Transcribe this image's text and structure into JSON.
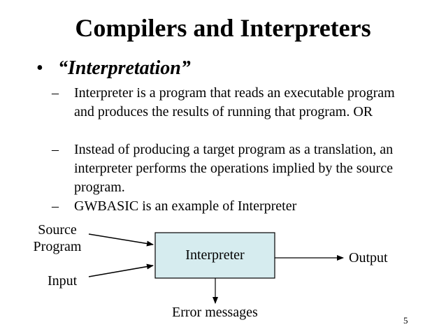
{
  "slide": {
    "title": "Compilers and Interpreters",
    "bullet": {
      "symbol": "•",
      "text": "“Interpretation”"
    },
    "sub_items": [
      {
        "dash": "–",
        "text": "Interpreter is a program that reads an executable program and produces the results of running that program. OR"
      },
      {
        "dash": "–",
        "text": "Instead of producing a target program as a translation, an interpreter performs the operations implied by the source program."
      },
      {
        "dash": "–",
        "text": "GWBASIC is an example of Interpreter"
      }
    ],
    "diagram": {
      "box_label": "Interpreter",
      "box_fill": "#d6ecef",
      "source_label_line1": "Source",
      "source_label_line2": "Program",
      "input_label": "Input",
      "output_label": "Output",
      "error_label": "Error messages"
    },
    "page_number": "5"
  }
}
